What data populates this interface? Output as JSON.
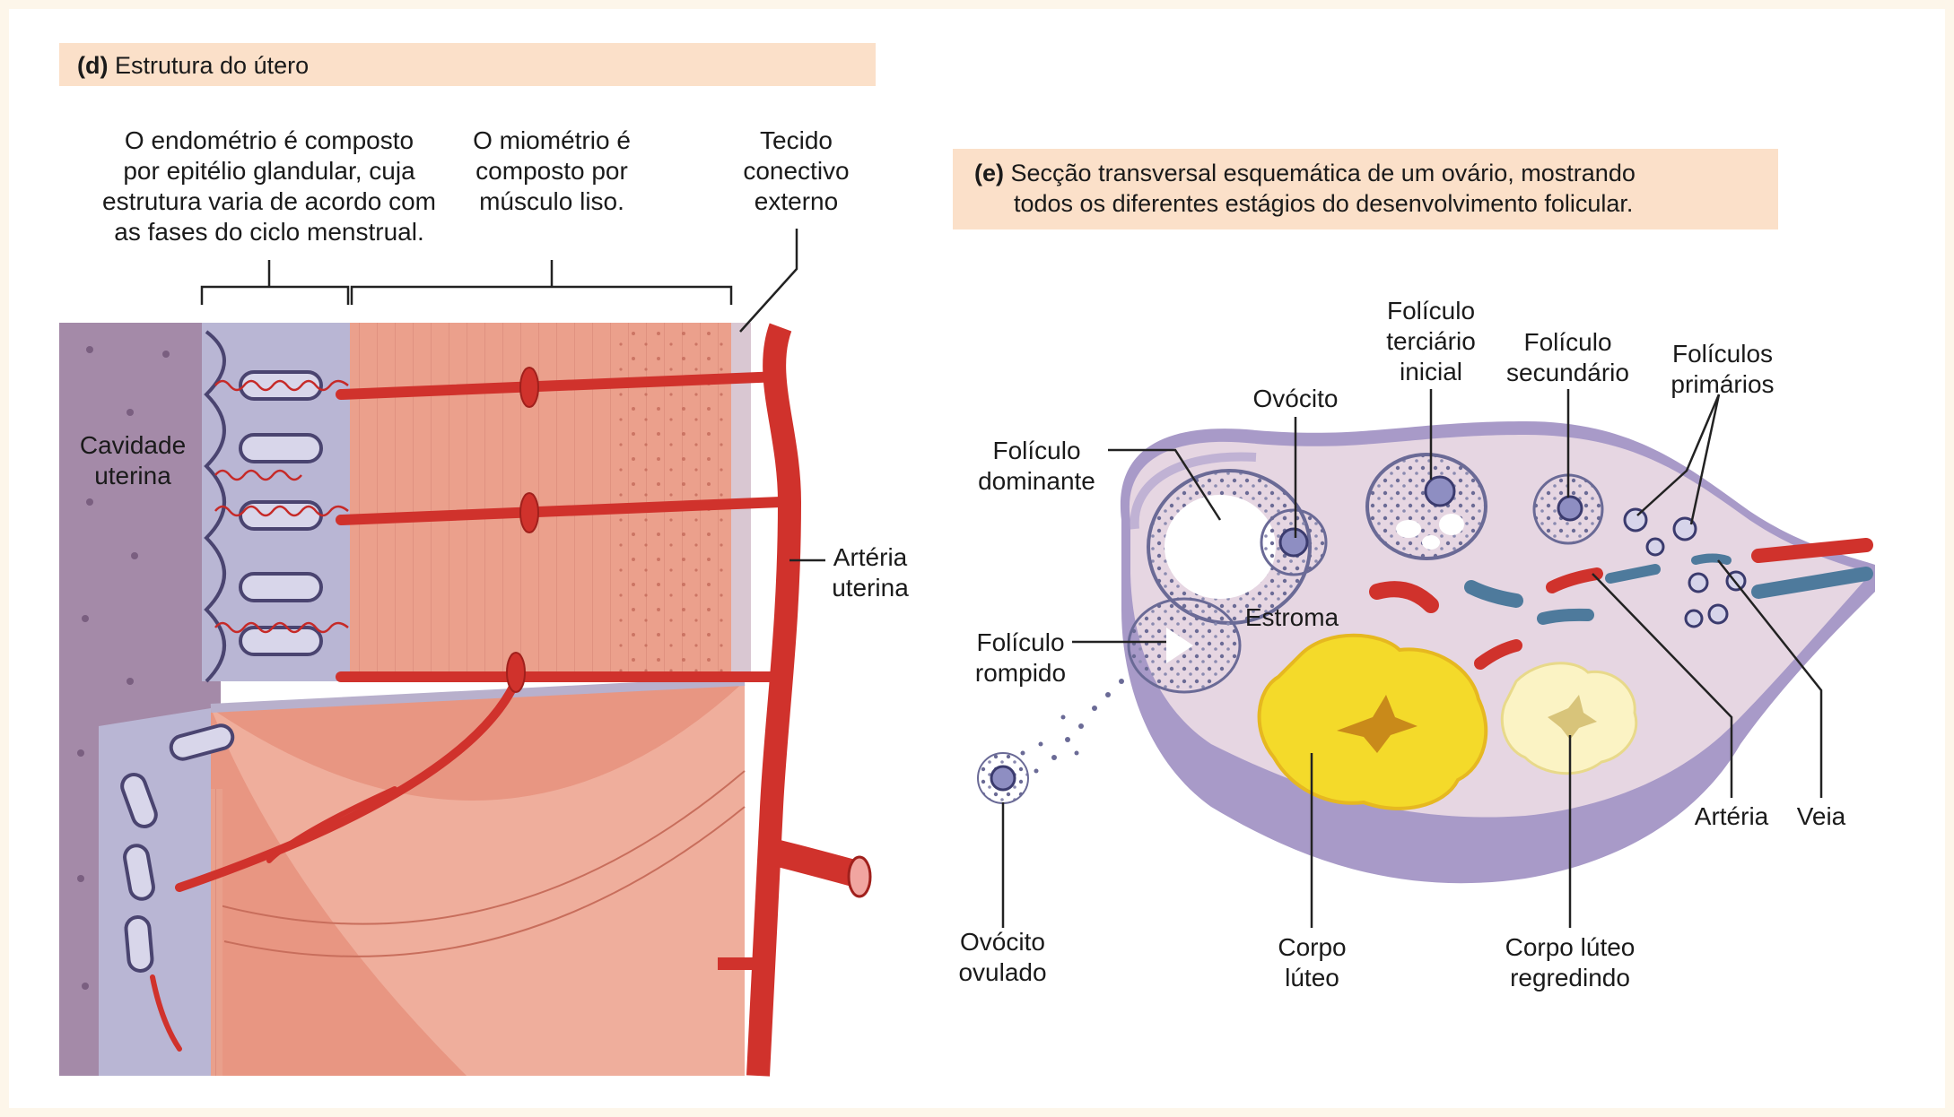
{
  "panel_d": {
    "letter": "(d)",
    "title": "Estrutura do útero",
    "labels": {
      "endometrio_1": "O endométrio é composto",
      "endometrio_2": "por epitélio glandular, cuja",
      "endometrio_3": "estrutura varia de acordo com",
      "endometrio_4": "as fases do ciclo menstrual.",
      "miometrio_1": "O miométrio é",
      "miometrio_2": "composto por",
      "miometrio_3": "músculo liso.",
      "tecido_1": "Tecido",
      "tecido_2": "conectivo",
      "tecido_3": "externo",
      "cavidade_1": "Cavidade",
      "cavidade_2": "uterina",
      "arteria_1": "Artéria",
      "arteria_2": "uterina"
    }
  },
  "panel_e": {
    "letter": "(e)",
    "title_1": "Secção transversal esquemática de um ovário, mostrando",
    "title_2": "todos os diferentes estágios do desenvolvimento folicular.",
    "labels": {
      "foliculo_terciario_1": "Folículo",
      "foliculo_terciario_2": "terciário",
      "foliculo_terciario_3": "inicial",
      "foliculo_secundario_1": "Folículo",
      "foliculo_secundario_2": "secundário",
      "foliculos_primarios_1": "Folículos",
      "foliculos_primarios_2": "primários",
      "ovocito": "Ovócito",
      "foliculo_dominante_1": "Folículo",
      "foliculo_dominante_2": "dominante",
      "estroma": "Estroma",
      "foliculo_rompido_1": "Folículo",
      "foliculo_rompido_2": "rompido",
      "arteria": "Artéria",
      "veia": "Veia",
      "ovocito_ovulado_1": "Ovócito",
      "ovocito_ovulado_2": "ovulado",
      "corpo_luteo_1": "Corpo",
      "corpo_luteo_2": "lúteo",
      "corpo_luteo_regredindo_1": "Corpo lúteo",
      "corpo_luteo_regredindo_2": "regredindo"
    }
  },
  "colors": {
    "background": "#fdf6ea",
    "caption_bg": "#fbe0c9",
    "artery": "#d0322c",
    "myometrium": "#eba08c",
    "endometrium": "#b9b6d4",
    "cavity": "#a48aa8",
    "ovary": "#e6d6e2",
    "corpus_luteum": "#f4da2a",
    "vein": "#4e7a9c"
  }
}
